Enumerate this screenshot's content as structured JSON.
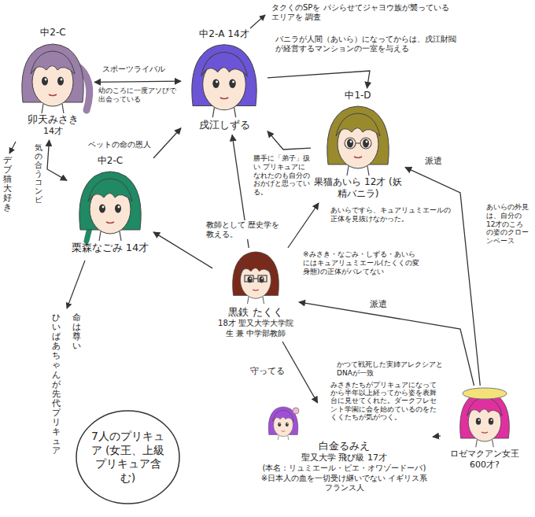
{
  "diagram": {
    "nodes": [
      {
        "text": [
          "中2-C",
          "卯天みさき",
          "14才"
        ]
      },
      {
        "text": [
          "中2-A 14才",
          "戌江しずる"
        ]
      },
      {
        "text": [
          "中1-D",
          "果猫あいら 12才 (妖精バニラ)"
        ]
      },
      {
        "text": [
          "中2-C",
          "栗森なごみ 14才"
        ]
      },
      {
        "text": [
          "黒鉄 たくく",
          "18才 聖又大学大学院生 兼 中学部教師"
        ]
      },
      {
        "text": [
          "ロゼマクアン女王 600才?"
        ]
      },
      {
        "text": [
          "白金るみえ",
          "聖又大学 飛び級 17才",
          "(本名：リュミエール・ビエ・オワゾードーバ)",
          "※日本人の血を一切受け継いでない イギリス系フランス人"
        ]
      },
      {
        "text": [
          "7人のプリキュア (女王、上級プリキュア含む)"
        ]
      }
    ],
    "edges": [
      {
        "from": 0,
        "to": 1,
        "arrow": "both",
        "label": "スポーツライバル"
      },
      {
        "from": 0,
        "to": 3,
        "arrow": "both",
        "label": "気の合うコンビ"
      },
      {
        "from": 3,
        "to": 1,
        "arrow": "to",
        "label": "ペットの命の恩人"
      },
      {
        "from": 1,
        "to": 2,
        "arrow": "to",
        "label": "バニラが人間（あいら）になってからは、戌江財閥が経営するマンションの一室を与える"
      },
      {
        "from": 2,
        "to": 1,
        "arrow": "to",
        "label": "勝手に「弟子」扱い プリキュアになれたのも自分のおかげと思っている。"
      },
      {
        "from": 4,
        "to": 1,
        "arrow": "to",
        "label": "教師として 歴史学を教える。"
      },
      {
        "from": 4,
        "to": 3,
        "arrow": "to"
      },
      {
        "from": 4,
        "to": 2,
        "arrow": "to"
      },
      {
        "from": 4,
        "to": 6,
        "arrow": "to",
        "label": "守ってる"
      },
      {
        "from": 5,
        "to": 2,
        "arrow": "to",
        "label": "派遣"
      },
      {
        "from": 5,
        "to": 4,
        "arrow": "to",
        "label": "派遣"
      },
      {
        "from": 5,
        "to": 6,
        "arrow": "to",
        "label": "かつて戦死した実姉アレクシアとDNAが一致"
      }
    ],
    "labels": [
      "幼のころに一度アソびで出会っている",
      "タクくのSPを パシらせてジャヨウ族が襲っているエリアを 調査",
      "デブ猫大好き",
      "命は尊い",
      "ひいばあちゃんが先代プリキュア",
      "※みさき・なごみ・しずる・あいらにはキュアリュミエール(たくくの変身態)の正体がバレてない",
      "あいらですら、キュアリュミエールの正体を見抜けなかった。",
      "あいらの外見は、自分の12才のころの姿のクローンベース",
      "みさきたちがプリキュアになってから半年以上経ってから姿を表舞台に見せてくれた。ダークフレセント学園に会を始めているのをたくくたちが気がつく。"
    ]
  }
}
